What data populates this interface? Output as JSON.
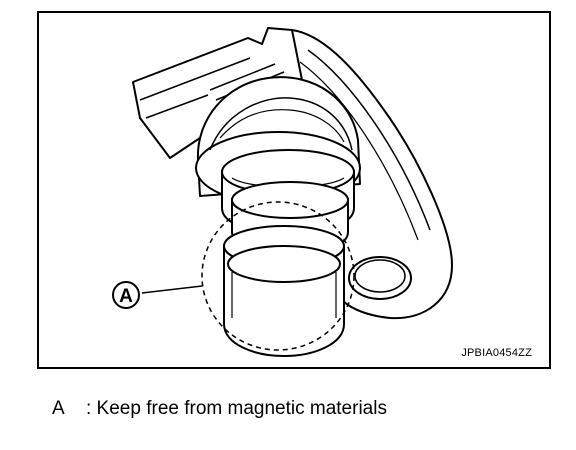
{
  "figure": {
    "callout_letter": "A",
    "reference_code": "JPBIA0454ZZ"
  },
  "legend": {
    "letter": "A",
    "text": ": Keep free from magnetic materials"
  }
}
